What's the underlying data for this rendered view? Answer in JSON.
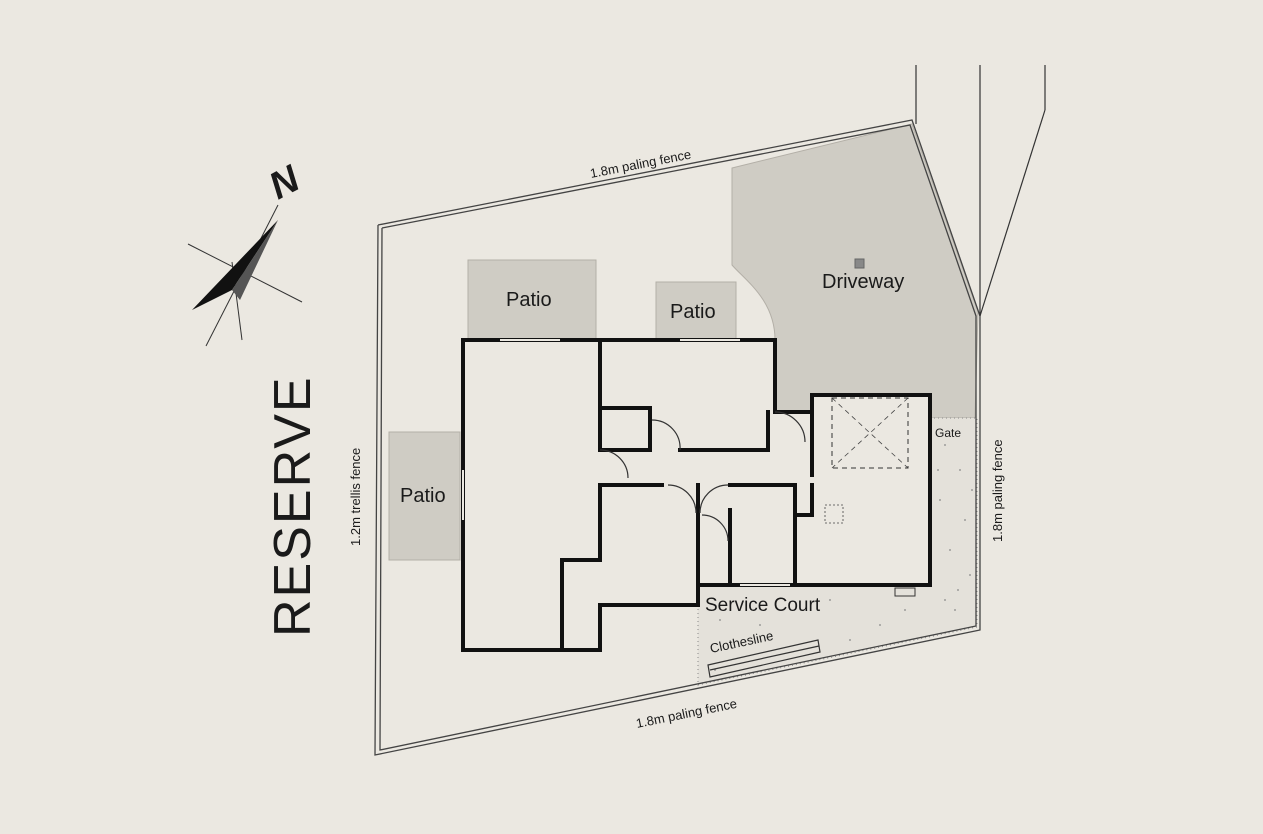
{
  "labels": {
    "reserve": "RESERVE",
    "north": "N",
    "driveway": "Driveway",
    "patio_top_left": "Patio",
    "patio_top_mid": "Patio",
    "patio_left": "Patio",
    "gate": "Gate",
    "service_court": "Service Court",
    "clothesline": "Clothesline",
    "fence_top": "1.8m paling fence",
    "fence_bottom": "1.8m paling fence",
    "fence_right": "1.8m paling fence",
    "fence_left": "1.2m trellis fence"
  },
  "colors": {
    "background": "#ebe8e1",
    "paving": "#cfccc4",
    "wall": "#111111"
  }
}
